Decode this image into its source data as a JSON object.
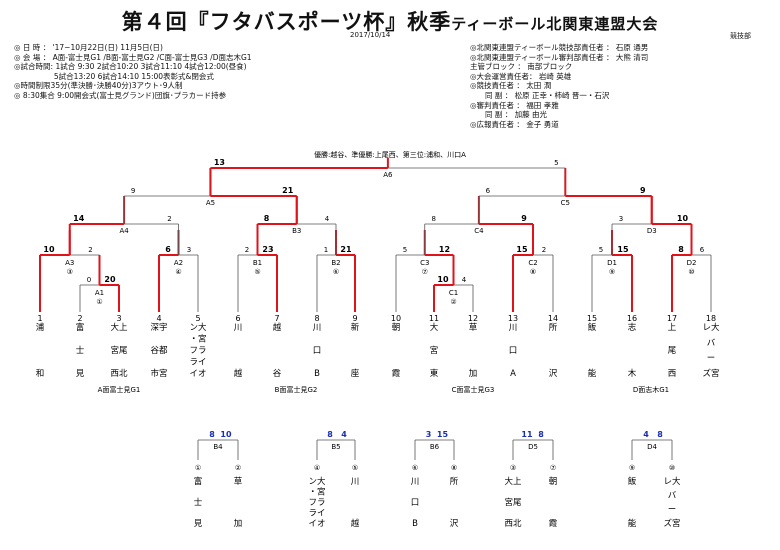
{
  "header": {
    "title_main": "第４回『フタバスポーツ杯』秋季",
    "title_sub": "ティーボール北関東連盟大会",
    "date": "2017/10/14",
    "department": "競技部"
  },
  "info_left": [
    "◎ 日 時 ： '17−10月22日(日) 11月5日(日)",
    "◎ 会 場 ： A面-富士見G1 /B面-富士見G2 /C面-富士見G3 /D面志木G1",
    "◎試合時間: 1試合 9:30 2試合10:20 3試合11:10 4試合12:00(昼食)",
    "　　　　　 5試合13:20 6試合14:10 15:00表彰式&閉会式",
    "◎時間制限35分(準決勝･決勝40分)3アウト･9人制",
    "◎ 8:30集合 9:00開会式(富士見グランド)団旗･プラカード持参"
  ],
  "info_right": [
    "◎北関東連盟ティーボール競技部責任者 ： 石原 通男",
    "◎北関東連盟ティーボール審判部責任者 ： 大熊 清司",
    "主管ブロック ： 南部ブロック",
    "◎大会運営責任者： 岩崎 英雄",
    "◎競技責任者 ： 太田 潤",
    "　　同 副 ： 松原 正幸・柿崎 晋一・石沢",
    "◎審判責任者 ： 福田 孝雅",
    "　　同 副 ： 加藤 由光",
    "◎広報責任者 ： 金子 勇道"
  ],
  "result": "優勝:越谷、準優勝:上尾西、第三位:浦和、川口A",
  "match_labels": [
    "A6",
    "A5",
    "C5",
    "A4",
    "B3",
    "C4",
    "D3",
    "A3",
    "A2",
    "B1",
    "B2",
    "C3",
    "C2",
    "D1",
    "D2",
    "A1",
    "C1"
  ],
  "circled": [
    "③",
    "④",
    "⑤",
    "⑥",
    "⑦",
    "⑧",
    "⑨",
    "⑩",
    "①",
    "②"
  ],
  "scores": {
    "A6": [
      "13",
      "5"
    ],
    "A5": [
      "9",
      "21"
    ],
    "C5": [
      "6",
      "9"
    ],
    "A4": [
      "14",
      "2"
    ],
    "B3": [
      "8",
      "4"
    ],
    "C4": [
      "8",
      "9"
    ],
    "D3": [
      "3",
      "10"
    ],
    "A3": [
      "10",
      "2"
    ],
    "A2": [
      "6",
      "3"
    ],
    "B1": [
      "2",
      "23"
    ],
    "B2": [
      "1",
      "21"
    ],
    "C3": [
      "5",
      "12"
    ],
    "C2": [
      "15",
      "2"
    ],
    "D1": [
      "5",
      "15"
    ],
    "D2": [
      "8",
      "6"
    ],
    "A1": [
      "0",
      "20"
    ],
    "C1": [
      "10",
      "4"
    ]
  },
  "teams": [
    {
      "num": "1",
      "name": "浦\n\n和"
    },
    {
      "num": "2",
      "name": "富\n士\n見"
    },
    {
      "num": "3",
      "name": "大上\n宮尾\n西北"
    },
    {
      "num": "4",
      "name": "深宇\n谷都\n市宮"
    },
    {
      "num": "5",
      "name": "ン大\n・宮\nフラ\nライ\nイオ"
    },
    {
      "num": "6",
      "name": "川\n\n越"
    },
    {
      "num": "7",
      "name": "越\n\n谷"
    },
    {
      "num": "8",
      "name": "川\n口\nB"
    },
    {
      "num": "9",
      "name": "新\n\n座"
    },
    {
      "num": "10",
      "name": "朝\n\n霞"
    },
    {
      "num": "11",
      "name": "大\n宮\n東"
    },
    {
      "num": "12",
      "name": "草\n\n加"
    },
    {
      "num": "13",
      "name": "川\n口\nA"
    },
    {
      "num": "14",
      "name": "所\n\n沢"
    },
    {
      "num": "15",
      "name": "飯\n\n能"
    },
    {
      "num": "16",
      "name": "志\n\n木"
    },
    {
      "num": "17",
      "name": "上\n尾\n西"
    },
    {
      "num": "18",
      "name": "レ大\nバ\nー\nズ宮"
    }
  ],
  "courts": [
    "A面富士見G1",
    "B面富士見G2",
    "C面富士見G3",
    "D面志木G1"
  ],
  "consolation": [
    {
      "label": "B4",
      "s1": "8",
      "s2": "10",
      "c1": "①",
      "c2": "②",
      "t1": "富\n士\n見",
      "t2": "草\n\n加"
    },
    {
      "label": "B5",
      "s1": "8",
      "s2": "4",
      "c1": "④",
      "c2": "⑤",
      "t1": "ン大\n・宮\nフラ\nライ\nイオ",
      "t2": "川\n\n越"
    },
    {
      "label": "B6",
      "s1": "3",
      "s2": "15",
      "c1": "⑥",
      "c2": "⑧",
      "t1": "川\n口\nB",
      "t2": "所\n\n沢"
    },
    {
      "label": "D5",
      "s1": "11",
      "s2": "8",
      "c1": "③",
      "c2": "⑦",
      "t1": "大上\n宮尾\n西北",
      "t2": "朝\n\n霞"
    },
    {
      "label": "D4",
      "s1": "4",
      "s2": "8",
      "c1": "⑨",
      "c2": "⑩",
      "t1": "飯\n\n能",
      "t2": "レ大\nバ\nー\nズ宮"
    }
  ]
}
